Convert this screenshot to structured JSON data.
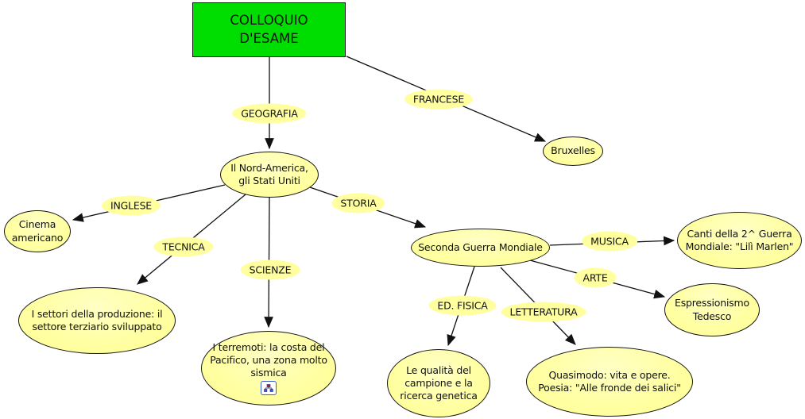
{
  "root_node": {
    "label": "COLLOQUIO D'ESAME"
  },
  "concepts": {
    "nord_america": {
      "label": "Il Nord-America, gli Stati Uniti"
    },
    "bruxelles": {
      "label": "Bruxelles"
    },
    "cinema": {
      "label": "Cinema americano"
    },
    "settori": {
      "label": "I settori della produzione: il settore terziario sviluppato"
    },
    "terremoti": {
      "label": "I terremoti: la costa del Pacifico, una zona molto sismica"
    },
    "seconda_guerra": {
      "label": "Seconda Guerra Mondiale"
    },
    "canti": {
      "label": "Canti della 2^ Guerra Mondiale: \"Lilì Marlen\""
    },
    "espressionismo": {
      "label": "Espressionismo Tedesco"
    },
    "qualita": {
      "label": "Le qualità del campione e la ricerca genetica"
    },
    "quasimodo": {
      "label": "Quasimodo: vita e opere. Poesia: \"Alle fronde dei salici\""
    }
  },
  "link_labels": {
    "geografia": {
      "label": "GEOGRAFIA"
    },
    "francese": {
      "label": "FRANCESE"
    },
    "inglese": {
      "label": "INGLESE"
    },
    "tecnica": {
      "label": "TECNICA"
    },
    "scienze": {
      "label": "SCIENZE"
    },
    "storia": {
      "label": "STORIA"
    },
    "musica": {
      "label": "MUSICA"
    },
    "arte": {
      "label": "ARTE"
    },
    "ed_fisica": {
      "label": "ED. FISICA"
    },
    "letteratura": {
      "label": "LETTERATURA"
    }
  },
  "edges": [
    {
      "from": "COLLOQUIO D'ESAME",
      "via": "GEOGRAFIA",
      "to": "Il Nord-America, gli Stati Uniti"
    },
    {
      "from": "COLLOQUIO D'ESAME",
      "via": "FRANCESE",
      "to": "Bruxelles"
    },
    {
      "from": "Il Nord-America, gli Stati Uniti",
      "via": "INGLESE",
      "to": "Cinema americano"
    },
    {
      "from": "Il Nord-America, gli Stati Uniti",
      "via": "TECNICA",
      "to": "I settori della produzione: il settore terziario sviluppato"
    },
    {
      "from": "Il Nord-America, gli Stati Uniti",
      "via": "SCIENZE",
      "to": "I terremoti: la costa del Pacifico, una zona molto sismica"
    },
    {
      "from": "Il Nord-America, gli Stati Uniti",
      "via": "STORIA",
      "to": "Seconda Guerra Mondiale"
    },
    {
      "from": "Seconda Guerra Mondiale",
      "via": "MUSICA",
      "to": "Canti della 2^ Guerra Mondiale: \"Lilì Marlen\""
    },
    {
      "from": "Seconda Guerra Mondiale",
      "via": "ARTE",
      "to": "Espressionismo Tedesco"
    },
    {
      "from": "Seconda Guerra Mondiale",
      "via": "ED. FISICA",
      "to": "Le qualità del campione e la ricerca genetica"
    },
    {
      "from": "Seconda Guerra Mondiale",
      "via": "LETTERATURA",
      "to": "Quasimodo: vita e opere. Poesia: \"Alle fronde dei salici\""
    }
  ],
  "colors": {
    "root_fill": "#00dd00",
    "concept_fill": "#ffffa4",
    "label_fill": "#ffffa0",
    "line": "#111111",
    "background": "#ffffff"
  }
}
